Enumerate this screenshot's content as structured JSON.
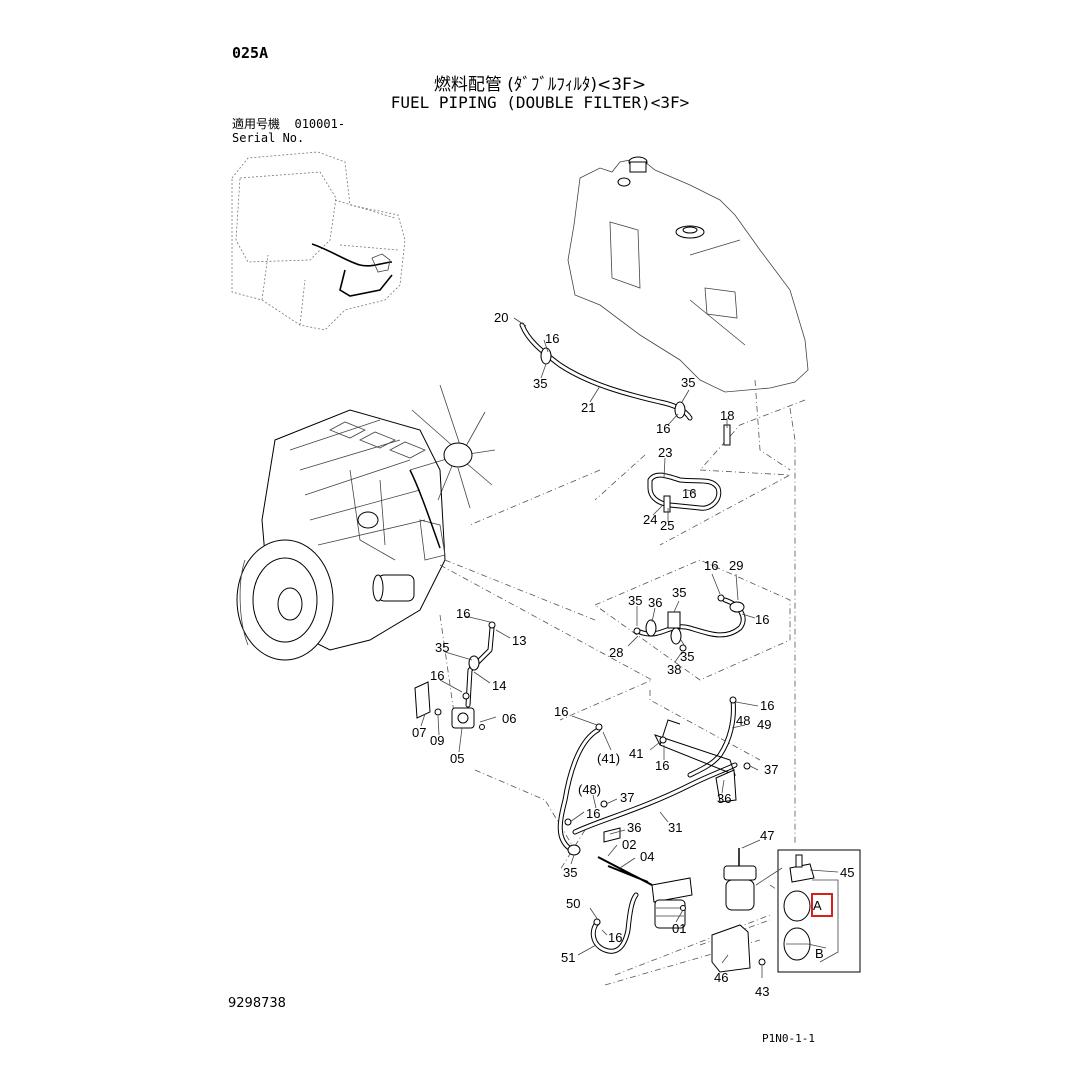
{
  "header": {
    "sheet_code": "025A",
    "title_jp": "燃料配管 (ﾀﾞﾌﾞﾙﾌｨﾙﾀ)<3F>",
    "title_en": "FUEL PIPING (DOUBLE FILTER)<3F>",
    "serial_label_jp": "適用号機",
    "serial_value": "010001-",
    "serial_label_en": "Serial No."
  },
  "footer": {
    "doc_number": "9298738",
    "page_ref": "P1N0-1-1"
  },
  "callouts": [
    {
      "label": "20"
    },
    {
      "label": "16"
    },
    {
      "label": "35"
    },
    {
      "label": "21"
    },
    {
      "label": "35"
    },
    {
      "label": "16"
    },
    {
      "label": "18"
    },
    {
      "label": "23"
    },
    {
      "label": "16"
    },
    {
      "label": "24"
    },
    {
      "label": "25"
    },
    {
      "label": "16"
    },
    {
      "label": "29"
    },
    {
      "label": "16"
    },
    {
      "label": "35"
    },
    {
      "label": "36"
    },
    {
      "label": "35"
    },
    {
      "label": "28"
    },
    {
      "label": "38"
    },
    {
      "label": "35"
    },
    {
      "label": "16"
    },
    {
      "label": "13"
    },
    {
      "label": "35"
    },
    {
      "label": "16"
    },
    {
      "label": "14"
    },
    {
      "label": "06"
    },
    {
      "label": "07"
    },
    {
      "label": "09"
    },
    {
      "label": "05"
    },
    {
      "label": "16"
    },
    {
      "label": "16"
    },
    {
      "label": "48"
    },
    {
      "label": "49"
    },
    {
      "label": "(41)"
    },
    {
      "label": "41"
    },
    {
      "label": "16"
    },
    {
      "label": "37"
    },
    {
      "label": "(48)"
    },
    {
      "label": "37"
    },
    {
      "label": "16"
    },
    {
      "label": "36"
    },
    {
      "label": "31"
    },
    {
      "label": "36"
    },
    {
      "label": "02"
    },
    {
      "label": "04"
    },
    {
      "label": "35"
    },
    {
      "label": "47"
    },
    {
      "label": "45"
    },
    {
      "label": "A"
    },
    {
      "label": "B"
    },
    {
      "label": "50"
    },
    {
      "label": "16"
    },
    {
      "label": "01"
    },
    {
      "label": "51"
    },
    {
      "label": "46"
    },
    {
      "label": "43"
    }
  ],
  "highlight": {
    "color": "#d62020"
  }
}
